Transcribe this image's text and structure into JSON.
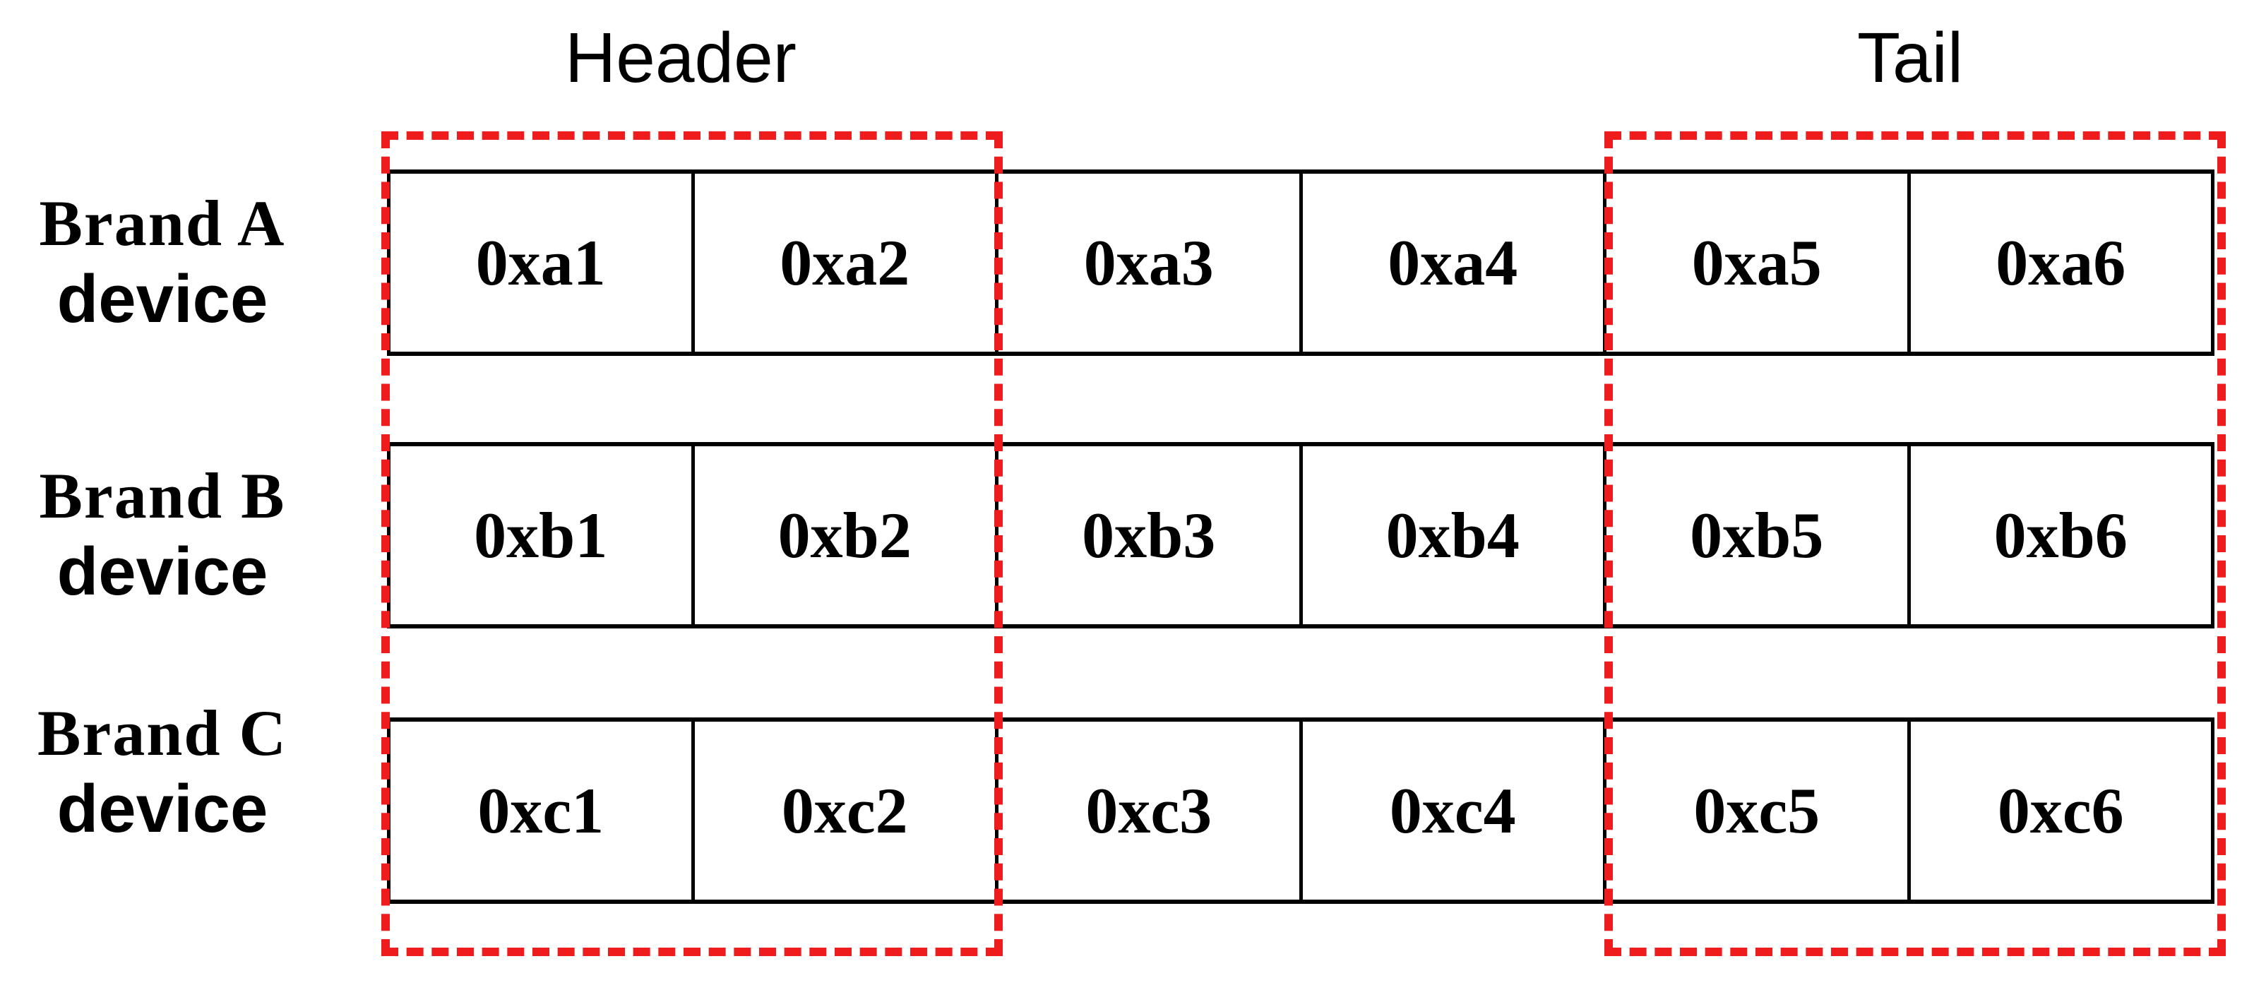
{
  "groups": {
    "header_label": "Header",
    "tail_label": "Tail",
    "highlight_color": "#ee1c1c"
  },
  "rows": [
    {
      "brand": "Brand A",
      "kind": "device",
      "bytes": [
        "0xa1",
        "0xa2",
        "0xa3",
        "0xa4",
        "0xa5",
        "0xa6"
      ]
    },
    {
      "brand": "Brand B",
      "kind": "device",
      "bytes": [
        "0xb1",
        "0xb2",
        "0xb3",
        "0xb4",
        "0xb5",
        "0xb6"
      ]
    },
    {
      "brand": "Brand C",
      "kind": "device",
      "bytes": [
        "0xc1",
        "0xc2",
        "0xc3",
        "0xc4",
        "0xc5",
        "0xc6"
      ]
    }
  ]
}
